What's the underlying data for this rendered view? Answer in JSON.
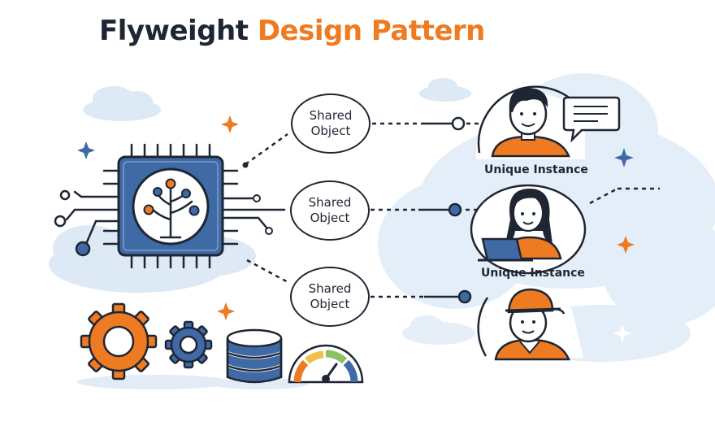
{
  "title": {
    "part1": "Flyweight",
    "part2": "Design Pattern"
  },
  "shared_objects": [
    {
      "line1": "Shared",
      "line2": "Object"
    },
    {
      "line1": "Shared",
      "line2": "Object"
    },
    {
      "line1": "Shared",
      "line2": "Object"
    }
  ],
  "instances": [
    {
      "label": "Unique Instance"
    },
    {
      "label": "Unique Instance"
    },
    {
      "label": ""
    }
  ],
  "colors": {
    "dark": "#1f2633",
    "orange": "#ee7a22",
    "blue": "#3f6aa5",
    "light_blue": "#dde9f5"
  },
  "icons": [
    "processor-chip-icon",
    "tree-icon",
    "gear-icon",
    "database-icon",
    "gauge-icon",
    "chat-bubble-icon",
    "laptop-icon",
    "sparkle-icon",
    "cloud-icon"
  ]
}
